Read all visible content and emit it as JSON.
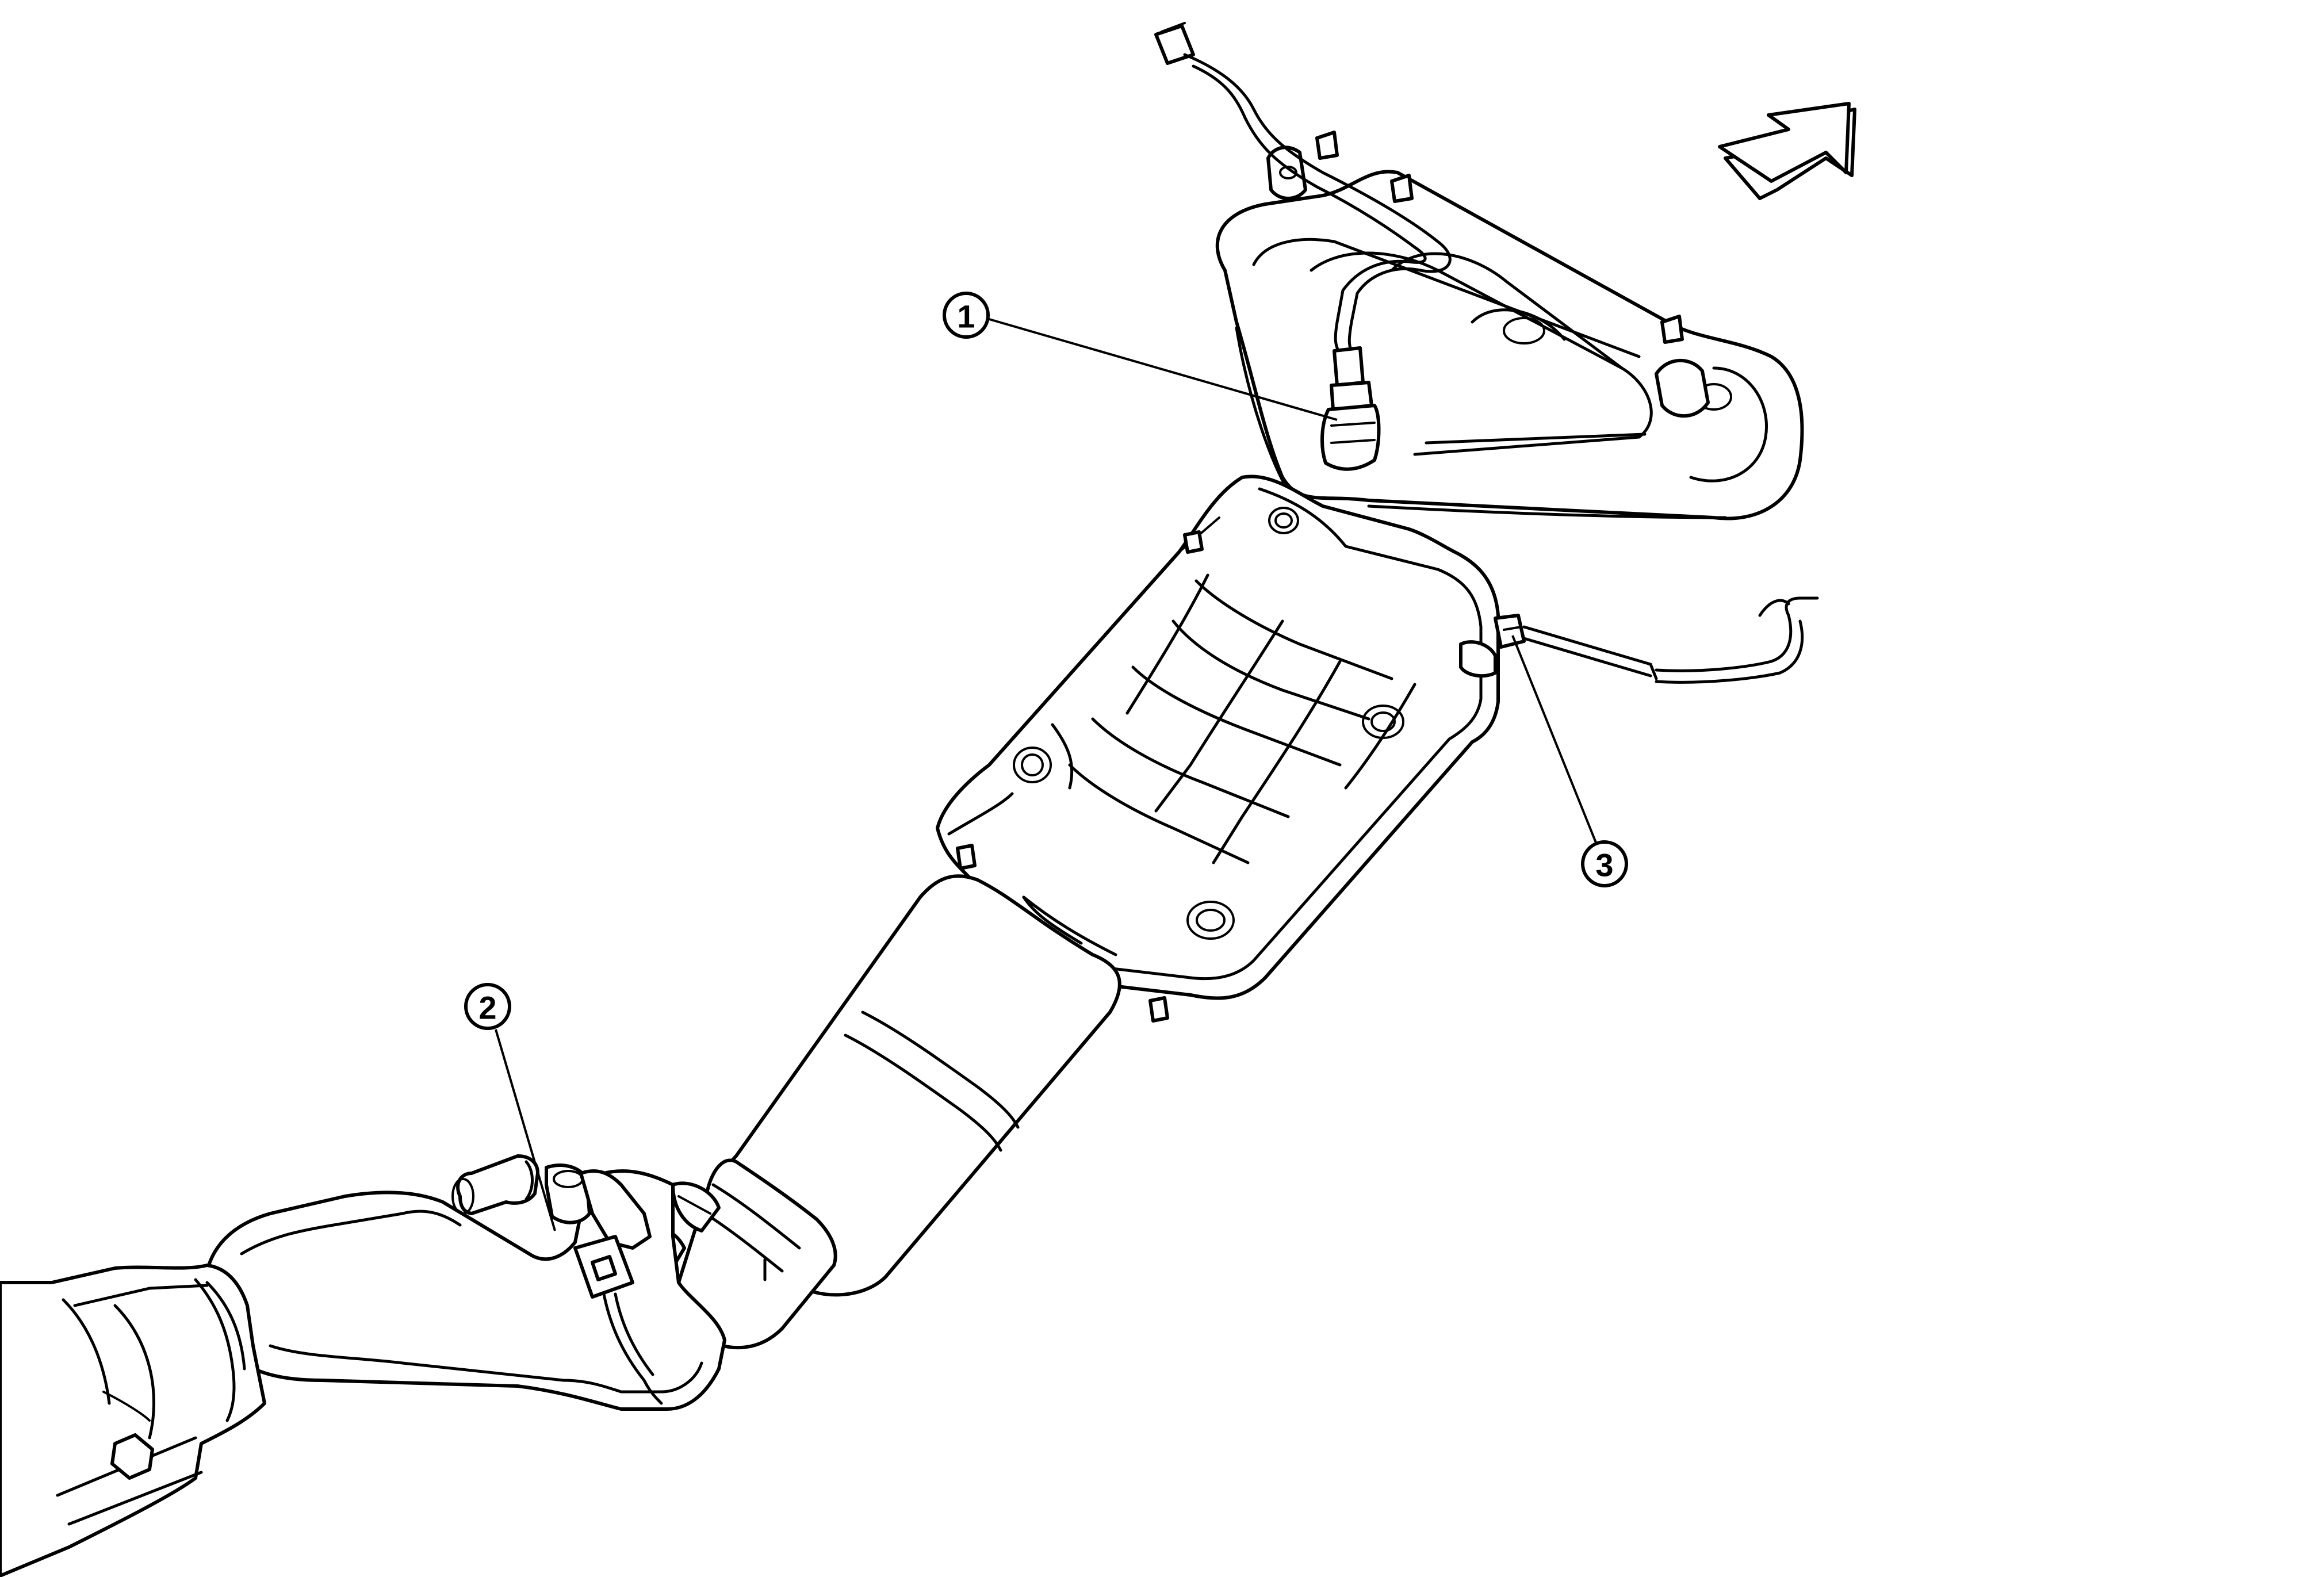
{
  "callouts": [
    {
      "id": "1",
      "label": "1"
    },
    {
      "id": "2",
      "label": "2"
    },
    {
      "id": "3",
      "label": "3"
    }
  ],
  "icons": {
    "front_arrow": "arrow-up-right-icon"
  },
  "colors": {
    "stroke": "#000000",
    "background": "#ffffff"
  }
}
